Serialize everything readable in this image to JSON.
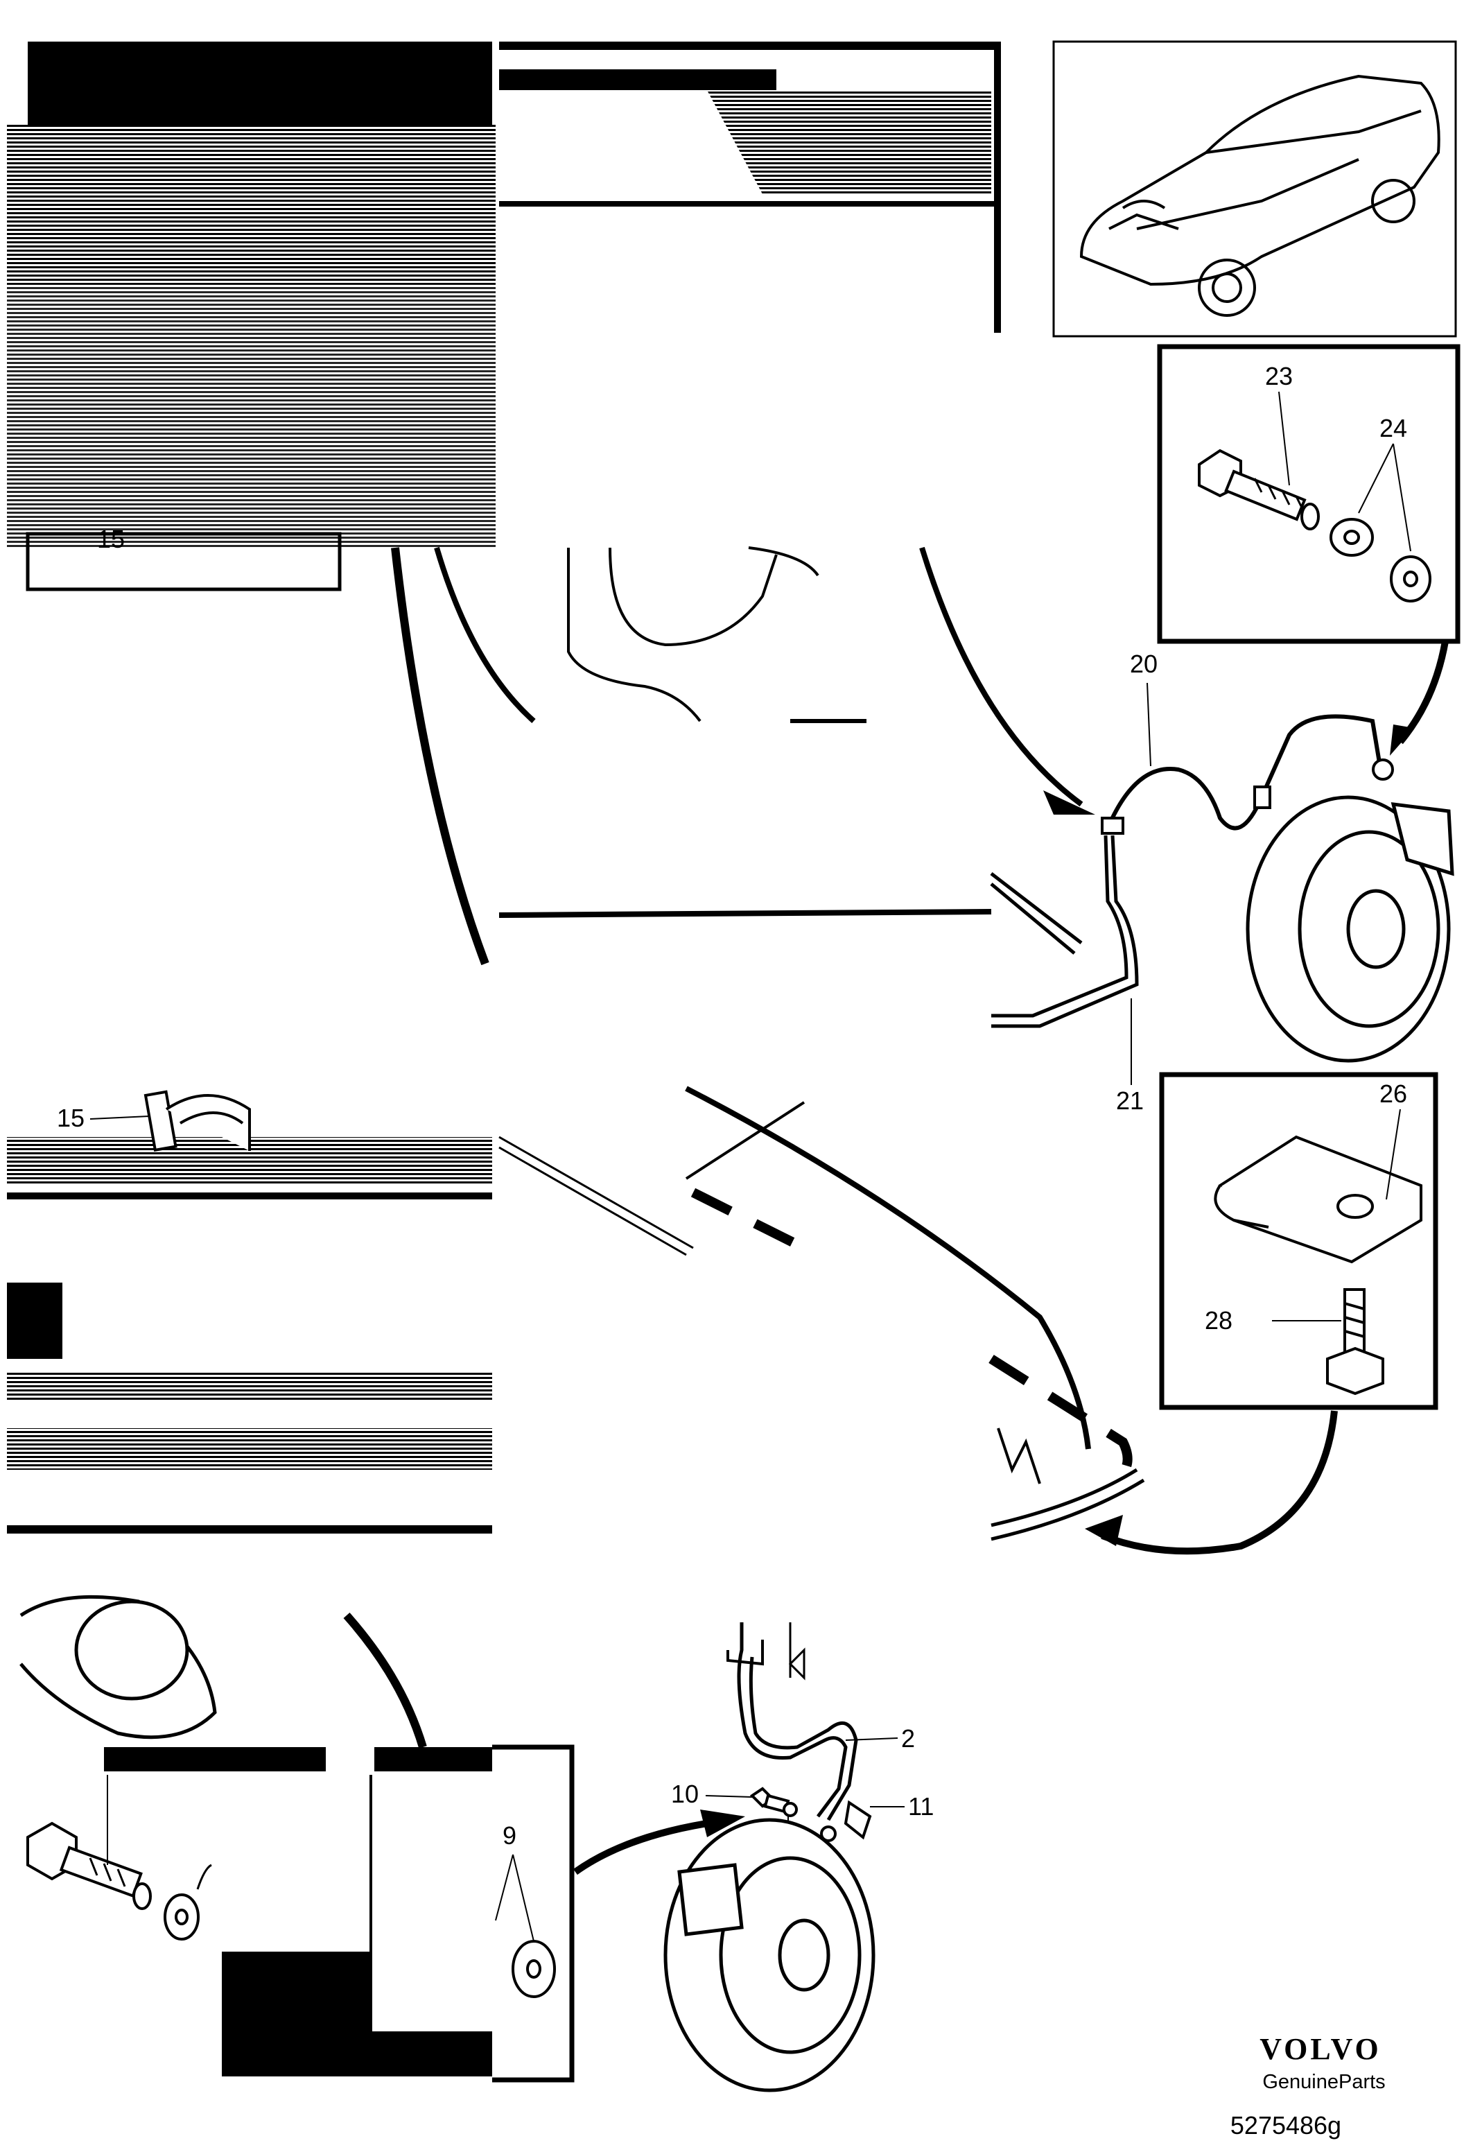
{
  "callouts": {
    "c2": "2",
    "c9a": "9",
    "c9b": "9",
    "c10": "10",
    "c11": "11",
    "c15a": "15",
    "c15b": "15",
    "c20": "20",
    "c21": "21",
    "c23": "23",
    "c24": "24",
    "c26": "26",
    "c28": "28"
  },
  "footer": {
    "brand": "VOLVO",
    "tagline": "GenuineParts",
    "reference": "5275486g"
  },
  "colors": {
    "ink": "#000000",
    "paper": "#ffffff"
  },
  "icons": {
    "car": "car-illustration-icon",
    "disc": "brake-disc-icon",
    "bolt": "bolt-icon",
    "washer": "washer-icon",
    "clip": "clip-icon",
    "bracket": "bracket-icon"
  }
}
